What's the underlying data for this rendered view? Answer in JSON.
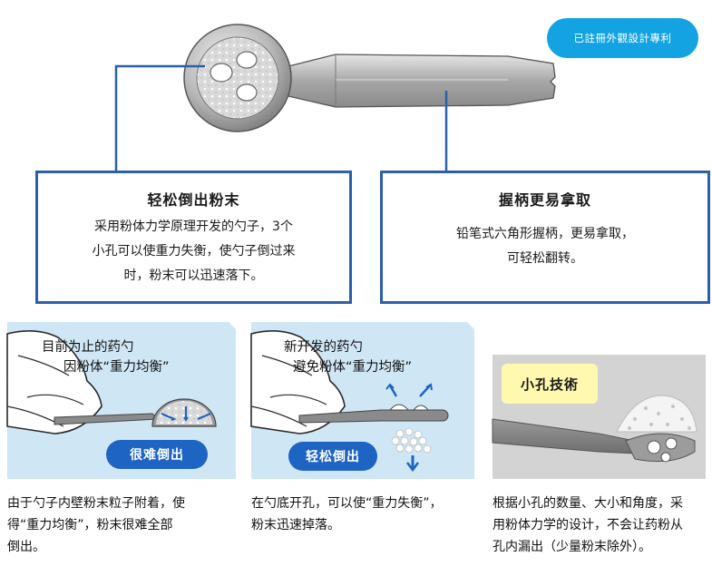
{
  "patent_badge": "已註冊外觀設計專利",
  "features": [
    {
      "title": "轻松倒出粉末",
      "lines": [
        "采用粉体力学原理开发的勺子，3个",
        "小孔可以使重力失衡，使勺子倒过来",
        "时，粉末可以迅速落下。"
      ]
    },
    {
      "title": "握柄更易拿取",
      "lines": [
        "铅笔式六角形握柄，更易拿取，",
        "可轻松翻转。"
      ]
    }
  ],
  "panels": [
    {
      "label_lines": [
        "目前为止的药勺",
        "因粉体“重力均衡”"
      ],
      "pill": "很难倒出"
    },
    {
      "label_lines": [
        "新开发的药勺",
        "避免粉体“重力均衡”"
      ],
      "pill": "轻松倒出"
    },
    {
      "tag": "小孔技術"
    }
  ],
  "captions": [
    [
      "由于勺子内壁粉末粒子附着，使",
      "得“重力均衡”，粉末很难全部",
      "倒出。"
    ],
    [
      "在勺底开孔，可以使“重力失衡”，",
      "粉末迅速掉落。"
    ],
    [
      "根据小孔的数量、大小和角度，采",
      "用粉体力学的设计，不会让药粉从",
      "孔内漏出（少量粉末除外）。"
    ]
  ],
  "colors": {
    "accent_blue": "#14a3e2",
    "box_border": "#2b5fa8",
    "panel_bg": "#cfe6f5",
    "pill_blue": "#1e64c3",
    "tag_yellow": "#fff9b0"
  }
}
